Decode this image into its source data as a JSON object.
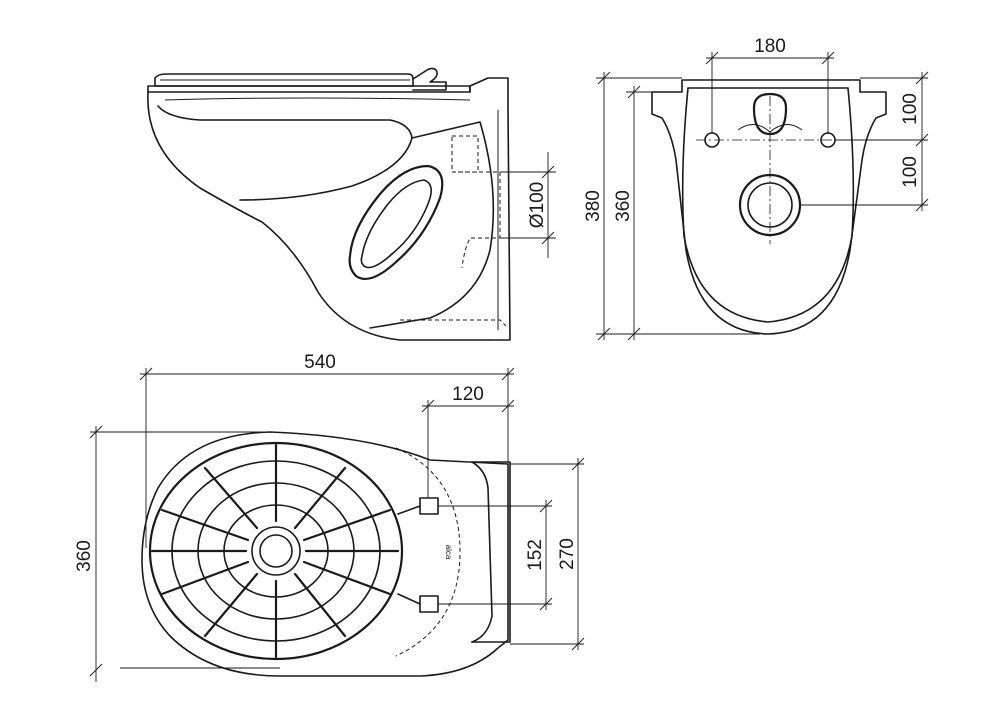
{
  "dimensions": {
    "seat_width": "180",
    "fix_spacing_top": "100",
    "fix_spacing_lower": "100",
    "outlet_diameter": "Ø100",
    "side_height": "380",
    "front_height": "360",
    "length": "540",
    "rear_fix_offset": "120",
    "plan_width": "360",
    "bolt_spacing": "152",
    "rear_width": "270"
  },
  "brand": "alca"
}
